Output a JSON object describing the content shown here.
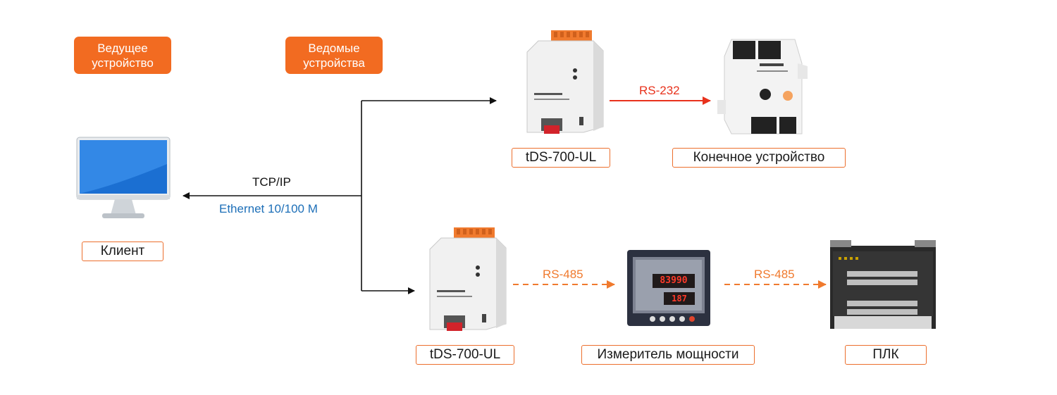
{
  "labels": {
    "master": "Ведущее устройство",
    "slaves": "Ведомые устройства",
    "client": "Клиент",
    "tds_top": "tDS-700-UL",
    "end_device": "Конечное устройство",
    "tds_bottom": "tDS-700-UL",
    "power_meter": "Измеритель мощности",
    "plc": "ПЛК"
  },
  "links": {
    "tcpip": "TCP/IP",
    "ethernet": "Ethernet 10/100 M",
    "rs232": "RS-232",
    "rs485_a": "RS-485",
    "rs485_b": "RS-485"
  },
  "meter": {
    "display_top": "83990",
    "display_bottom": "187"
  },
  "colors": {
    "accent": "#f26b21",
    "rs232": "#e8321c",
    "ethernet_text": "#1d6fb8"
  },
  "icons": [
    "monitor-icon",
    "tds-converter-icon",
    "isn-module-icon",
    "power-meter-icon",
    "plc-icon"
  ]
}
